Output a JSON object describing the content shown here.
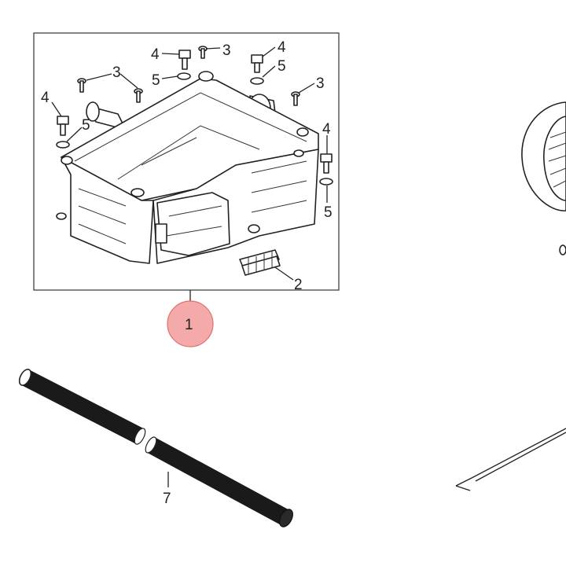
{
  "callouts": {
    "main_assembly": "1",
    "clip_set": "2",
    "screw": "3",
    "bolt": "4",
    "washer": "5",
    "hose": "7"
  },
  "colors": {
    "highlight_fill": "#f5aaaa",
    "highlight_stroke": "#e07070",
    "line": "#222222"
  }
}
